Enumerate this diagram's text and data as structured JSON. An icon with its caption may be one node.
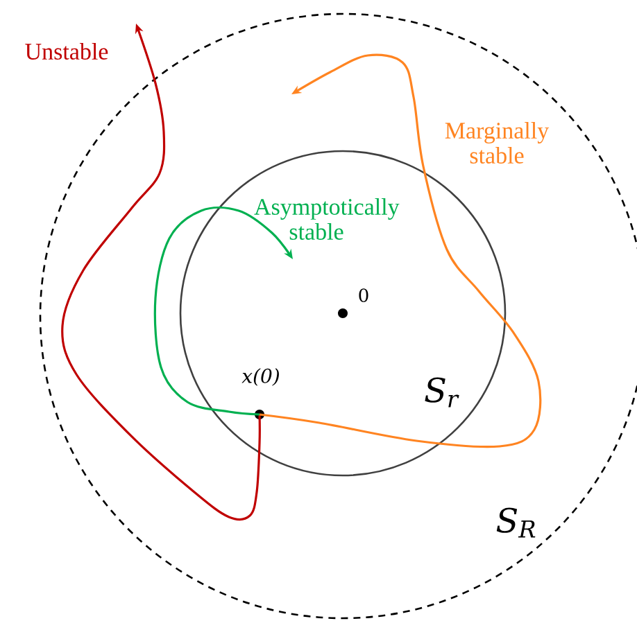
{
  "diagram": {
    "nodes": [
      {
        "text": [
          "S$_{R}$"
        ]
      },
      {
        "text": [
          "S$_{r}$"
        ],
        "in": 0
      },
      {
        "text": [
          "0"
        ],
        "in": 1
      },
      {
        "text": [
          "x(0)"
        ],
        "in": 1
      }
    ],
    "edges": [
      {
        "from": 3,
        "to": null,
        "arrow": "to",
        "label": "Unstable",
        "color": "#c00000"
      },
      {
        "from": 3,
        "to": null,
        "arrow": "to",
        "label": "Asymptotically stable",
        "color": "#00b050"
      },
      {
        "from": 3,
        "to": null,
        "arrow": "to",
        "label": "Marginally stable",
        "color": "#ff8421"
      }
    ]
  }
}
